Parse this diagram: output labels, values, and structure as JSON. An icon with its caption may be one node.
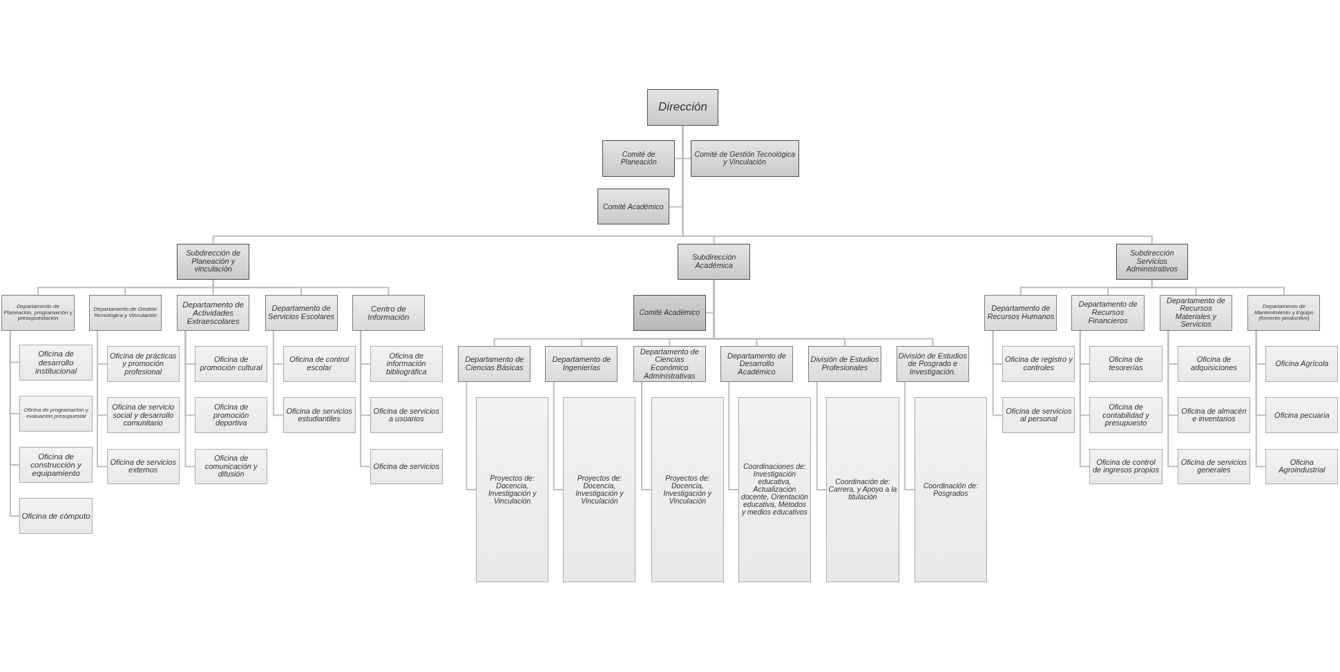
{
  "diagram": {
    "nodes": [
      {
        "text": [
          "Dirección"
        ]
      },
      {
        "text": [
          "Comité de Planeación"
        ]
      },
      {
        "text": [
          "Comité de Gestión Tecnológica y Vinculación"
        ]
      },
      {
        "text": [
          "Comité Académico"
        ]
      },
      {
        "text": [
          "Subdirección de Planeación y vinculación"
        ]
      },
      {
        "text": [
          "Subdirección Académica"
        ]
      },
      {
        "text": [
          "Subdirección Servicios Administrativos"
        ]
      },
      {
        "text": [
          "Departamento de Planeación, programación y presupuestación"
        ]
      },
      {
        "text": [
          "Departamento de Gestión Tecnológica y Vinculación"
        ]
      },
      {
        "text": [
          "Departamento de Actividades Extraescolares"
        ]
      },
      {
        "text": [
          "Departamento de Servicios Escolares"
        ]
      },
      {
        "text": [
          "Centro de Información"
        ]
      },
      {
        "text": [
          "Oficina de desarrollo institucional"
        ]
      },
      {
        "text": [
          "Oficina de programación y evaluación presupuestal"
        ]
      },
      {
        "text": [
          "Oficina de construcción y equipamiento"
        ]
      },
      {
        "text": [
          "Oficina de cómputo"
        ]
      },
      {
        "text": [
          "Oficina de prácticas y promoción profesional"
        ]
      },
      {
        "text": [
          "Oficina de servicio social y desarrollo comunitario"
        ]
      },
      {
        "text": [
          "Oficina de servicios externos"
        ]
      },
      {
        "text": [
          "Oficina de promoción cultural"
        ]
      },
      {
        "text": [
          "Oficina de promoción deportiva"
        ]
      },
      {
        "text": [
          "Oficina de comunicación y difusión"
        ]
      },
      {
        "text": [
          "Oficina de control escolar"
        ]
      },
      {
        "text": [
          "Oficina de servicios estudiantiles"
        ]
      },
      {
        "text": [
          "Oficina de información bibliográfica"
        ]
      },
      {
        "text": [
          "Oficina de servicios a usuarios"
        ]
      },
      {
        "text": [
          "Oficina de servicios"
        ]
      },
      {
        "text": [
          "Comité Académico"
        ]
      },
      {
        "text": [
          "Departamento de Ciencias Básicas"
        ]
      },
      {
        "text": [
          "Departamento de Ingenierías"
        ]
      },
      {
        "text": [
          "Departamento de Ciencias Económico Administrativas"
        ]
      },
      {
        "text": [
          "Departamento de Desarrollo Académico"
        ]
      },
      {
        "text": [
          "División de Estudios Profesionales"
        ]
      },
      {
        "text": [
          "División de Estudios de Posgrado e Investigación."
        ]
      },
      {
        "text": [
          "Proyectos de: Docencia, Investigación y Vinculación"
        ]
      },
      {
        "text": [
          "Proyectos de: Docencia, Investigación y Vinculación"
        ]
      },
      {
        "text": [
          "Proyectos de: Docencia, Investigación y Vinculación"
        ]
      },
      {
        "text": [
          "Coordinaciones de: Investigación educativa, Actualización docente, Orientación educativa, Métodos y medios educativos"
        ]
      },
      {
        "text": [
          "Coordinación de: Carrera, y Apoyo a la titulación"
        ]
      },
      {
        "text": [
          "Coordinación de: Posgrados"
        ]
      },
      {
        "text": [
          "Departamento de Recursos Humanos"
        ]
      },
      {
        "text": [
          "Departamento de Recursos Financieros"
        ]
      },
      {
        "text": [
          "Departamento de Recursos Materiales y Servicios"
        ]
      },
      {
        "text": [
          "Departamento de Mantenimiento y Equipo (fomento productivo)"
        ]
      },
      {
        "text": [
          "Oficina de registro y controles"
        ]
      },
      {
        "text": [
          "Oficina de servicios al personal"
        ]
      },
      {
        "text": [
          "Oficina de tesorerías"
        ]
      },
      {
        "text": [
          "Oficina de contabilidad y presupuesto"
        ]
      },
      {
        "text": [
          "Oficina de control de ingresos propios"
        ]
      },
      {
        "text": [
          "Oficina de adquisiciones"
        ]
      },
      {
        "text": [
          "Oficina de almacén e inventarios"
        ]
      },
      {
        "text": [
          "Oficina de servicios generales"
        ]
      },
      {
        "text": [
          "Oficina Agrícola"
        ]
      },
      {
        "text": [
          "Oficina pecuaria"
        ]
      },
      {
        "text": [
          "Oficina Agroindustrial"
        ]
      }
    ],
    "edges": [
      {
        "from": 0,
        "to": 1,
        "arrow": "none"
      },
      {
        "from": 0,
        "to": 2,
        "arrow": "none"
      },
      {
        "from": 0,
        "to": 3,
        "arrow": "none"
      },
      {
        "from": 0,
        "to": 4,
        "arrow": "none"
      },
      {
        "from": 0,
        "to": 5,
        "arrow": "none"
      },
      {
        "from": 0,
        "to": 6,
        "arrow": "none"
      },
      {
        "from": 4,
        "to": 7,
        "arrow": "none"
      },
      {
        "from": 4,
        "to": 8,
        "arrow": "none"
      },
      {
        "from": 4,
        "to": 9,
        "arrow": "none"
      },
      {
        "from": 4,
        "to": 10,
        "arrow": "none"
      },
      {
        "from": 4,
        "to": 11,
        "arrow": "none"
      },
      {
        "from": 7,
        "to": 12,
        "arrow": "none"
      },
      {
        "from": 7,
        "to": 13,
        "arrow": "none"
      },
      {
        "from": 7,
        "to": 14,
        "arrow": "none"
      },
      {
        "from": 7,
        "to": 15,
        "arrow": "none"
      },
      {
        "from": 8,
        "to": 16,
        "arrow": "none"
      },
      {
        "from": 8,
        "to": 17,
        "arrow": "none"
      },
      {
        "from": 8,
        "to": 18,
        "arrow": "none"
      },
      {
        "from": 9,
        "to": 19,
        "arrow": "none"
      },
      {
        "from": 9,
        "to": 20,
        "arrow": "none"
      },
      {
        "from": 9,
        "to": 21,
        "arrow": "none"
      },
      {
        "from": 10,
        "to": 22,
        "arrow": "none"
      },
      {
        "from": 10,
        "to": 23,
        "arrow": "none"
      },
      {
        "from": 11,
        "to": 24,
        "arrow": "none"
      },
      {
        "from": 11,
        "to": 25,
        "arrow": "none"
      },
      {
        "from": 11,
        "to": 26,
        "arrow": "none"
      },
      {
        "from": 5,
        "to": 27,
        "arrow": "none"
      },
      {
        "from": 5,
        "to": 28,
        "arrow": "none"
      },
      {
        "from": 5,
        "to": 29,
        "arrow": "none"
      },
      {
        "from": 5,
        "to": 30,
        "arrow": "none"
      },
      {
        "from": 5,
        "to": 31,
        "arrow": "none"
      },
      {
        "from": 5,
        "to": 32,
        "arrow": "none"
      },
      {
        "from": 5,
        "to": 33,
        "arrow": "none"
      },
      {
        "from": 28,
        "to": 34,
        "arrow": "none"
      },
      {
        "from": 29,
        "to": 35,
        "arrow": "none"
      },
      {
        "from": 30,
        "to": 36,
        "arrow": "none"
      },
      {
        "from": 31,
        "to": 37,
        "arrow": "none"
      },
      {
        "from": 32,
        "to": 38,
        "arrow": "none"
      },
      {
        "from": 33,
        "to": 39,
        "arrow": "none"
      },
      {
        "from": 6,
        "to": 40,
        "arrow": "none"
      },
      {
        "from": 6,
        "to": 41,
        "arrow": "none"
      },
      {
        "from": 6,
        "to": 42,
        "arrow": "none"
      },
      {
        "from": 6,
        "to": 43,
        "arrow": "none"
      },
      {
        "from": 40,
        "to": 44,
        "arrow": "none"
      },
      {
        "from": 40,
        "to": 45,
        "arrow": "none"
      },
      {
        "from": 41,
        "to": 46,
        "arrow": "none"
      },
      {
        "from": 41,
        "to": 47,
        "arrow": "none"
      },
      {
        "from": 41,
        "to": 48,
        "arrow": "none"
      },
      {
        "from": 42,
        "to": 49,
        "arrow": "none"
      },
      {
        "from": 42,
        "to": 50,
        "arrow": "none"
      },
      {
        "from": 42,
        "to": 51,
        "arrow": "none"
      },
      {
        "from": 43,
        "to": 52,
        "arrow": "none"
      },
      {
        "from": 43,
        "to": 53,
        "arrow": "none"
      },
      {
        "from": 43,
        "to": 54,
        "arrow": "none"
      }
    ]
  }
}
